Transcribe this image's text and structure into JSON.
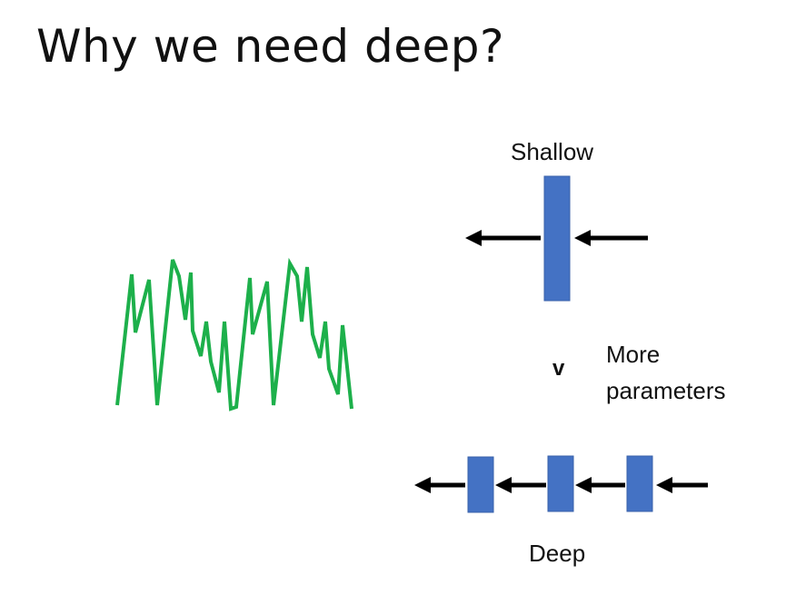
{
  "slide": {
    "title": "Why we need deep?"
  },
  "shallow": {
    "label": "Shallow"
  },
  "deep": {
    "label": "Deep"
  },
  "comparison": {
    "sign": "v",
    "note_line1": "More",
    "note_line2": "parameters"
  },
  "colors": {
    "block": "#4472C4",
    "curve": "#1DB04B",
    "arrow": "#000000"
  },
  "icons": {
    "arrow": "left-arrow-icon"
  }
}
